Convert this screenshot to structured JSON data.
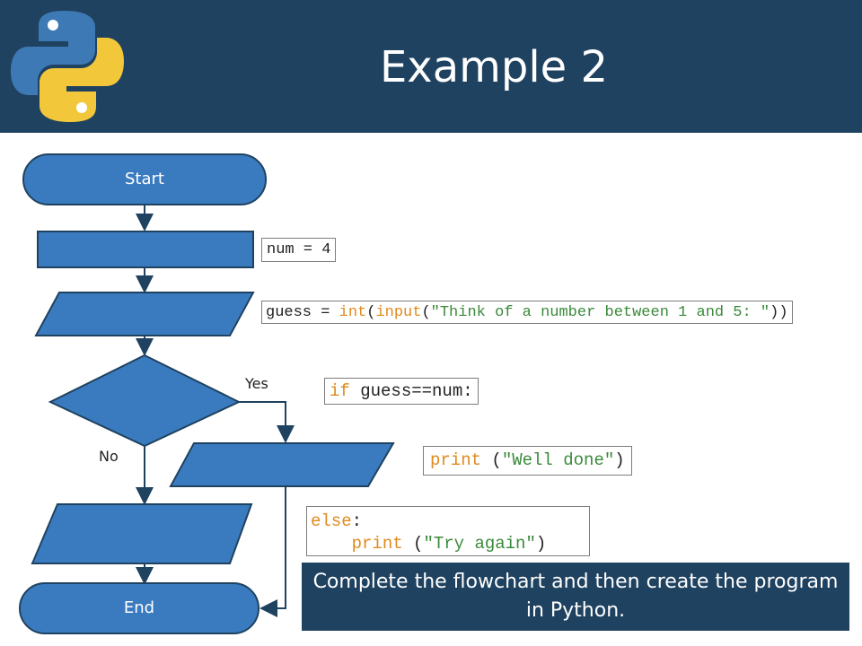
{
  "header": {
    "title": "Example 2",
    "background": "#1f4260",
    "logo_icon": "python-logo-icon"
  },
  "flowchart": {
    "start_label": "Start",
    "end_label": "End",
    "yes_label": "Yes",
    "no_label": "No",
    "shape_fill": "#3a7bbf",
    "shape_stroke": "#1f4260"
  },
  "code": {
    "assign": {
      "text": "num = 4"
    },
    "input_line": {
      "var": "guess",
      "op": " = ",
      "fn1": "int",
      "p1": "(",
      "fn2": "input",
      "p2": "(",
      "str": "\"Think of a number between 1 and 5: \"",
      "p3": "))"
    },
    "if_line": {
      "kw": "if",
      "rest": " guess==num:"
    },
    "print_well": {
      "kw": "print",
      "sp": " (",
      "str": "\"Well done\"",
      "end": ")"
    },
    "else_block": {
      "kw": "else",
      "colon": ":",
      "indent": "    ",
      "print_kw": "print",
      "sp": " (",
      "str": "\"Try again\"",
      "end": ")"
    }
  },
  "instruction": "Complete the flowchart and then create the program in Python."
}
